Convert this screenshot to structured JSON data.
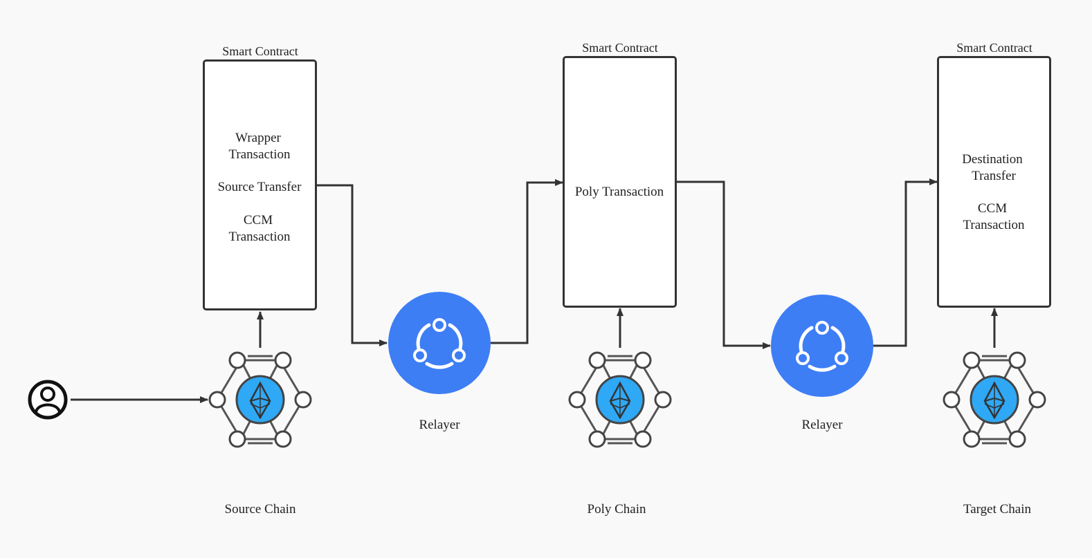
{
  "colors": {
    "relayer_fill": "#3e7ef5",
    "eth_fill": "#2fa8f5",
    "stroke": "#333333",
    "background": "#f9f9f9"
  },
  "contracts": [
    {
      "title": "Smart Contract",
      "lines": [
        "Wrapper",
        "Transaction",
        "Source Transfer",
        "CCM",
        "Transaction"
      ]
    },
    {
      "title": "Smart Contract",
      "lines": [
        "Poly Transaction"
      ]
    },
    {
      "title": "Smart Contract",
      "lines": [
        "Destination",
        "Transfer",
        "CCM",
        "Transaction"
      ]
    }
  ],
  "chains": [
    {
      "label": "Source Chain",
      "icon": "ethereum-network-icon"
    },
    {
      "label": "Poly Chain",
      "icon": "ethereum-network-icon"
    },
    {
      "label": "Target Chain",
      "icon": "ethereum-network-icon"
    }
  ],
  "relayers": [
    {
      "label": "Relayer",
      "icon": "relayer-icon"
    },
    {
      "label": "Relayer",
      "icon": "relayer-icon"
    }
  ],
  "user": {
    "icon": "user-icon"
  }
}
